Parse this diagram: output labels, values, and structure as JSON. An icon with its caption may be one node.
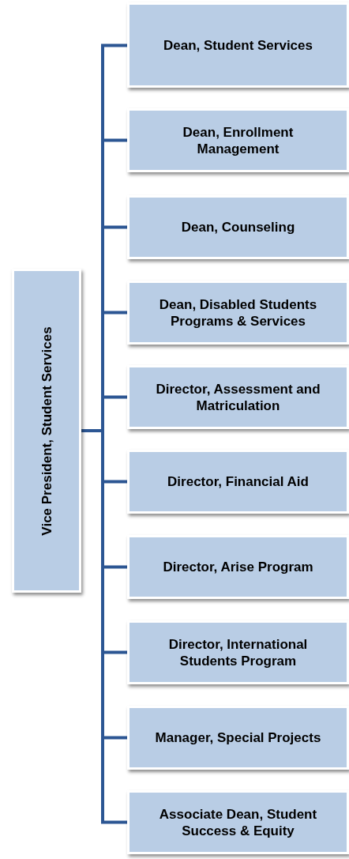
{
  "diagram": {
    "nodes": [
      {
        "text": [
          "Vice President, Student Services"
        ]
      },
      {
        "text": [
          "Dean, Student Services"
        ]
      },
      {
        "text": [
          "Dean, Enrollment Management"
        ]
      },
      {
        "text": [
          "Dean, Counseling"
        ]
      },
      {
        "text": [
          "Dean, Disabled Students Programs & Services"
        ]
      },
      {
        "text": [
          "Director, Assessment and Matriculation"
        ]
      },
      {
        "text": [
          "Director, Financial Aid"
        ]
      },
      {
        "text": [
          "Director, Arise Program"
        ]
      },
      {
        "text": [
          "Director, International Students Program"
        ]
      },
      {
        "text": [
          "Manager, Special Projects"
        ]
      },
      {
        "text": [
          "Associate Dean, Student Success & Equity"
        ]
      }
    ],
    "edges": [
      {
        "from": 0,
        "to": 1,
        "arrow": "none"
      },
      {
        "from": 0,
        "to": 2,
        "arrow": "none"
      },
      {
        "from": 0,
        "to": 3,
        "arrow": "none"
      },
      {
        "from": 0,
        "to": 4,
        "arrow": "none"
      },
      {
        "from": 0,
        "to": 5,
        "arrow": "none"
      },
      {
        "from": 0,
        "to": 6,
        "arrow": "none"
      },
      {
        "from": 0,
        "to": 7,
        "arrow": "none"
      },
      {
        "from": 0,
        "to": 8,
        "arrow": "none"
      },
      {
        "from": 0,
        "to": 9,
        "arrow": "none"
      },
      {
        "from": 0,
        "to": 10,
        "arrow": "none"
      }
    ]
  }
}
